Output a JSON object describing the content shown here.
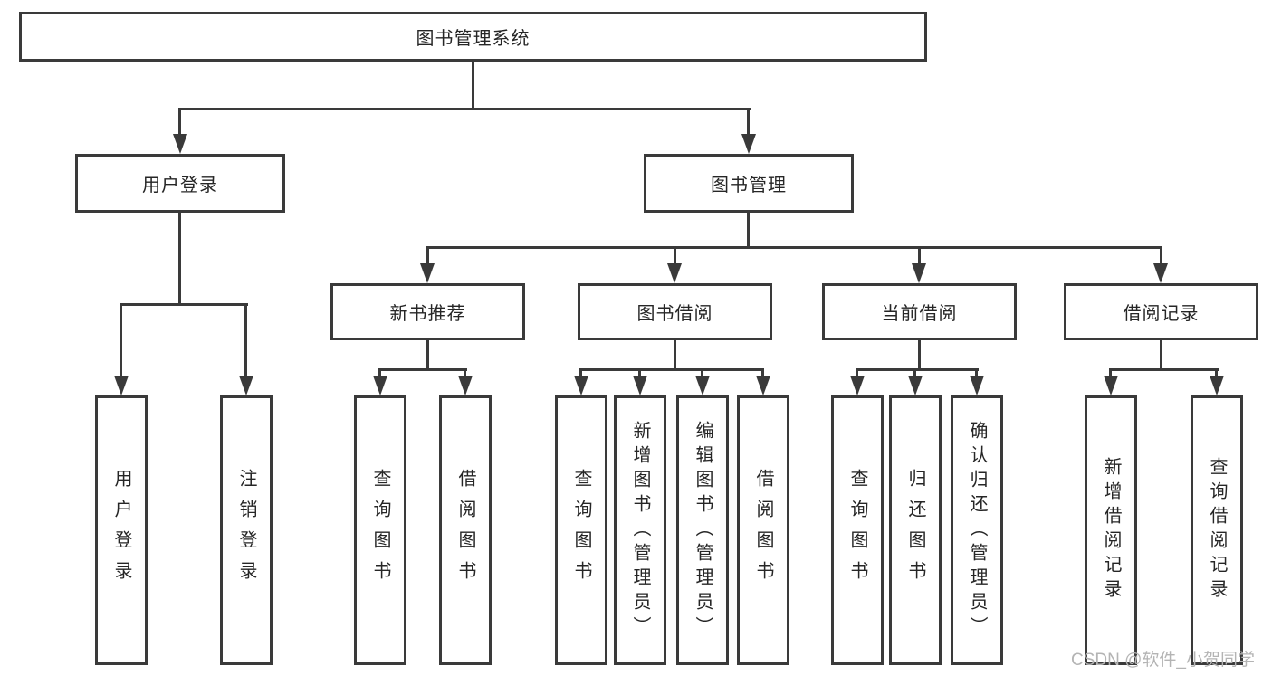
{
  "tree": {
    "label": "图书管理系统",
    "children": [
      {
        "label": "用户登录",
        "children": [
          {
            "label": "用户登录"
          },
          {
            "label": "注销登录"
          }
        ]
      },
      {
        "label": "图书管理",
        "children": [
          {
            "label": "新书推荐",
            "children": [
              {
                "label": "查询图书"
              },
              {
                "label": "借阅图书"
              }
            ]
          },
          {
            "label": "图书借阅",
            "children": [
              {
                "label": "查询图书"
              },
              {
                "label": "新增图书（管理员）"
              },
              {
                "label": "编辑图书（管理员）"
              },
              {
                "label": "借阅图书"
              }
            ]
          },
          {
            "label": "当前借阅",
            "children": [
              {
                "label": "查询图书"
              },
              {
                "label": "归还图书"
              },
              {
                "label": "确认归还（管理员）"
              }
            ]
          },
          {
            "label": "借阅记录",
            "children": [
              {
                "label": "新增借阅记录"
              },
              {
                "label": "查询借阅记录"
              }
            ]
          }
        ]
      }
    ]
  },
  "watermark": {
    "text": "CSDN @软件_小贺同学"
  },
  "colors": {
    "line": "#3a3a3a",
    "text": "#262626",
    "background": "#ffffff",
    "watermark": "#b4b4b4"
  }
}
